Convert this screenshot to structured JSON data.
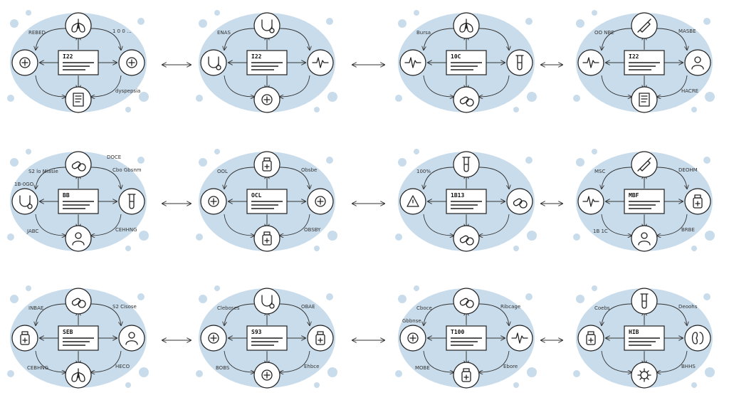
{
  "colors": {
    "blob": "#c9dceb",
    "blob_dark": "#a9c8df",
    "stroke": "#1e1e1e",
    "arrow": "#333333",
    "box": "#ffffff"
  },
  "diagrams": [
    {
      "hub": "I22",
      "labels": [
        "REBED",
        "1 0 0 ...",
        "dyspepsia"
      ],
      "icons": [
        "lungs-icon",
        "microscope-icon",
        "document-icon",
        "toilet-icon"
      ]
    },
    {
      "hub": "I22",
      "labels": [
        "ENAS"
      ],
      "icons": [
        "blood-pressure-icon",
        "ecg-icon",
        "bandage-icon",
        "stethoscope-icon"
      ]
    },
    {
      "hub": "10C",
      "labels": [
        "Bursa"
      ],
      "icons": [
        "lungs-icon",
        "test-tube-icon",
        "capsule-icon",
        "pulse-icon"
      ]
    },
    {
      "hub": "I22",
      "labels": [
        "OO NBE",
        "MASBE",
        "HACRE"
      ],
      "icons": [
        "syringe-icon",
        "doctor-icon",
        "document-icon",
        "vitals-icon"
      ]
    },
    {
      "hub": "BB",
      "labels": [
        "S2 lo Miasie",
        "Cbo Gbsnm",
        "CEHHNG",
        "JABC",
        "1B-0GO",
        "DOCE"
      ],
      "icons": [
        "pills-icon",
        "test-tube-icon",
        "patient-icon",
        "stethoscope-icon"
      ]
    },
    {
      "hub": "OCL",
      "labels": [
        "OOL",
        "Obsbe",
        "OBSBY"
      ],
      "icons": [
        "bottle-icon",
        "mortar-icon",
        "jar-icon",
        "iv-drip-icon"
      ]
    },
    {
      "hub": "1B13",
      "labels": [
        "100%"
      ],
      "icons": [
        "test-tube-icon",
        "pill-icon",
        "pill-bottle-icon",
        "warning-icon"
      ]
    },
    {
      "hub": "MBF",
      "labels": [
        "MSC",
        "DEOHM",
        "BRBE",
        "1B 1C"
      ],
      "icons": [
        "syringe-icon",
        "medicine-icon",
        "doctor-icon",
        "pulse-icon"
      ]
    },
    {
      "hub": "SEB",
      "labels": [
        "INBAE",
        "S2 Cisose",
        "HECO",
        "CEBHNG"
      ],
      "icons": [
        "pills-icon",
        "patient-icon",
        "lungs-icon",
        "medicine-icon"
      ]
    },
    {
      "hub": "S93",
      "labels": [
        "Cleboses",
        "OBAE",
        "Ehbce",
        "BOBS"
      ],
      "icons": [
        "stethoscope-icon",
        "bottles-icon",
        "knee-icon",
        "bandage-icon"
      ]
    },
    {
      "hub": "T100",
      "labels": [
        "Cboce",
        "Ribcage",
        "Ebore",
        "MOBE",
        "Gbbnse"
      ],
      "icons": [
        "pills-icon",
        "ecg-icon",
        "medicine-box-icon",
        "hand-icon"
      ]
    },
    {
      "hub": "HIB",
      "labels": [
        "Coebs",
        "Deoohs",
        "BHHS"
      ],
      "icons": [
        "test-tube-icon",
        "kidney-icon",
        "virus-icon",
        "medical-bag-icon"
      ]
    }
  ]
}
